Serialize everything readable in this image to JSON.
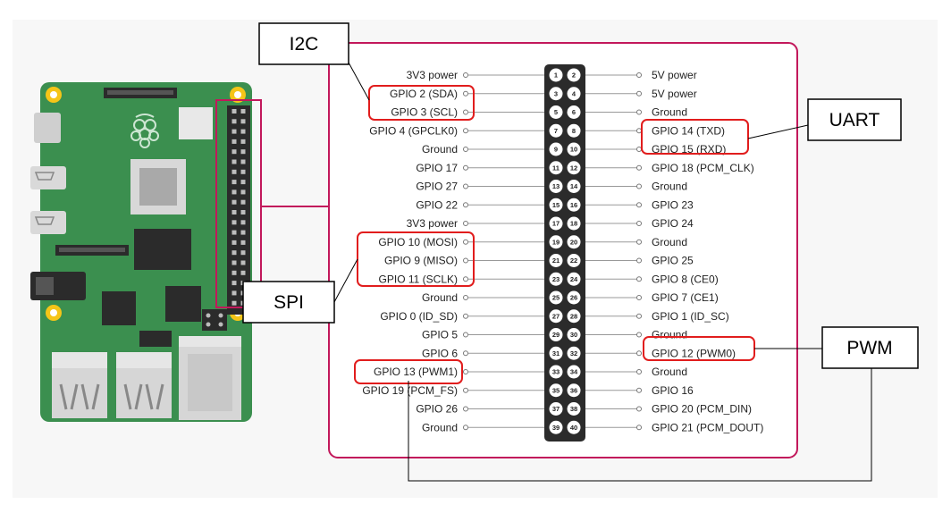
{
  "callouts": {
    "i2c": "I2C",
    "uart": "UART",
    "spi": "SPI",
    "pwm": "PWM"
  },
  "pins": [
    {
      "left": "3V3 power",
      "right": "5V power"
    },
    {
      "left": "GPIO 2 (SDA)",
      "right": "5V power"
    },
    {
      "left": "GPIO 3 (SCL)",
      "right": "Ground"
    },
    {
      "left": "GPIO 4 (GPCLK0)",
      "right": "GPIO 14 (TXD)"
    },
    {
      "left": "Ground",
      "right": "GPIO 15 (RXD)"
    },
    {
      "left": "GPIO 17",
      "right": "GPIO 18 (PCM_CLK)"
    },
    {
      "left": "GPIO 27",
      "right": "Ground"
    },
    {
      "left": "GPIO 22",
      "right": "GPIO 23"
    },
    {
      "left": "3V3 power",
      "right": "GPIO 24"
    },
    {
      "left": "GPIO 10 (MOSI)",
      "right": "Ground"
    },
    {
      "left": "GPIO 9 (MISO)",
      "right": "GPIO 25"
    },
    {
      "left": "GPIO 11 (SCLK)",
      "right": "GPIO 8 (CE0)"
    },
    {
      "left": "Ground",
      "right": "GPIO 7 (CE1)"
    },
    {
      "left": "GPIO 0 (ID_SD)",
      "right": "GPIO 1 (ID_SC)"
    },
    {
      "left": "GPIO 5",
      "right": "Ground"
    },
    {
      "left": "GPIO 6",
      "right": "GPIO 12 (PWM0)"
    },
    {
      "left": "GPIO 13 (PWM1)",
      "right": "Ground"
    },
    {
      "left": "GPIO 19 (PCM_FS)",
      "right": "GPIO 16"
    },
    {
      "left": "GPIO 26",
      "right": "GPIO 20 (PCM_DIN)"
    },
    {
      "left": "Ground",
      "right": "GPIO 21 (PCM_DOUT)"
    }
  ],
  "colors": {
    "board": "#3b8f4f",
    "board_dark": "#2f7a41",
    "frame": "#c2185b",
    "highlight": "#e11d1d",
    "header": "#2b2b2b",
    "mount_hole": "#f5c518"
  }
}
